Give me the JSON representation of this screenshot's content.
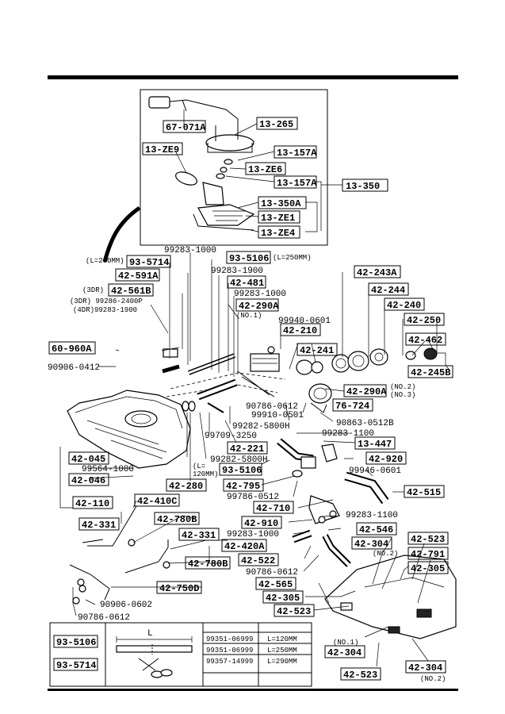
{
  "inset_labels": {
    "p67_071A": "67-071A",
    "p13_265": "13-265",
    "p13_ZE9": "13-ZE9",
    "p13_157A_a": "13-157A",
    "p13_ZE6": "13-ZE6",
    "p13_157A_b": "13-157A",
    "p13_350": "13-350",
    "p13_350A": "13-350A",
    "p13_ZE1": "13-ZE1",
    "p13_ZE4": "13-ZE4"
  },
  "main_labels": {
    "p99283_1000_a": "99283-1000",
    "len290": "(L=290MM)",
    "p93_5714": "93-5714",
    "p93_5106": "93-5106",
    "len250": "(L=250MM)",
    "p99283_1900_a": "99283-1900",
    "p42_591A": "42-591A",
    "p42_481": "42-481",
    "dr3": "(3DR)",
    "p42_561B": "42-561B",
    "p99283_1000_b": "99283-1000",
    "dr3_2400": "(3DR) 99286-2400P",
    "dr4_1900": "(4DR)99283-1900",
    "p42_290A_a": "42-290A",
    "no1": "(NO.1)",
    "p99940_0601": "99940-0601",
    "p42_243A": "42-243A",
    "p42_244": "42-244",
    "p42_240": "42-240",
    "p42_250": "42-250",
    "p42_210": "42-210",
    "p42_241": "42-241",
    "p42_462": "42-462",
    "p42_245B": "42-245B",
    "p60_960A": "60-960A",
    "p90906_0412": "90906-0412",
    "p42_290A_b": "42-290A",
    "no2no3_a": "(NO.2)",
    "no2no3_b": "(NO.3)",
    "p90786_0612_a": "90786-0612",
    "p76_724": "76-724",
    "p99910_0501": "99910-0501",
    "p90863_0512B": "90863-0512B",
    "p99282_5800H_a": "99282-5800H",
    "p99283_1100_a": "99283-1100",
    "p99709_3250": "99709-3250",
    "p13_447": "13-447",
    "p42_221": "42-221",
    "p42_920": "42-920",
    "p42_045": "42-045",
    "p99282_5800H_b": "99282-5800H",
    "p99946_0601": "99946-0601",
    "p99564_1000": "99564-1000",
    "p93_5106_b": "93-5106",
    "p42_046": "42-046",
    "len120a": "(L=",
    "len120b": "120MM)",
    "p42_280": "42-280",
    "p42_795": "42-795",
    "p42_515": "42-515",
    "p99786_0512": "99786-0512",
    "p42_110": "42-110",
    "p42_410C": "42-410C",
    "p42_710": "42-710",
    "p99283_1100_b": "99283-1100",
    "p42_331_a": "42-331",
    "p42_780B_a": "42-780B",
    "p42_910": "42-910",
    "p42_546": "42-546",
    "p42_331_b": "42-331",
    "p99283_1000_c": "99283-1000",
    "p42_304_a": "42-304",
    "p42_523_a": "42-523",
    "p42_420A": "42-420A",
    "p42_522": "42-522",
    "no2_a": "(NO.2)",
    "p42_791": "42-791",
    "p42_780B_b": "42-780B",
    "p90786_0612_b": "90786-0612",
    "p42_305_a": "42-305",
    "p42_750D": "42-750D",
    "p42_565": "42-565",
    "p90906_0602": "90906-0602",
    "p42_305_b": "42-305",
    "p90786_0612_c": "90786-0612",
    "p42_523_b": "42-523",
    "no1_b": "(NO.1)",
    "p42_304_b": "42-304",
    "p42_523_c": "42-523",
    "p42_304_c": "42-304",
    "no2_b": "(NO.2)"
  },
  "table": {
    "part_a": "93-5106",
    "part_b": "93-5714",
    "dim_label": "L",
    "rows": [
      {
        "part": "99351-06999",
        "len": "L=120MM"
      },
      {
        "part": "99351-06999",
        "len": "L=250MM"
      },
      {
        "part": "99357-14999",
        "len": "L=290MM"
      }
    ]
  }
}
